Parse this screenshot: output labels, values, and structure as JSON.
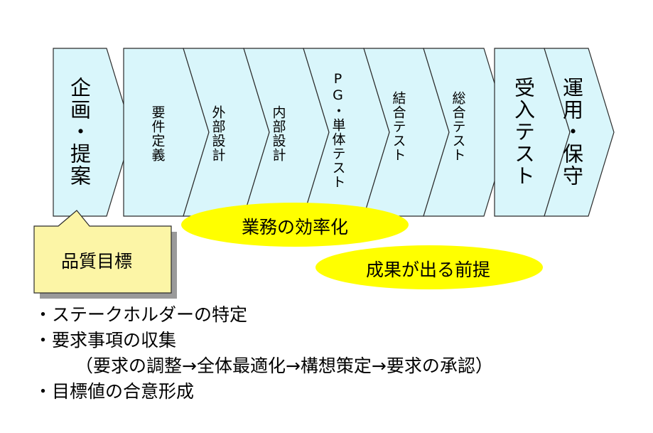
{
  "phases": [
    {
      "id": "planning",
      "label": "企画・提案",
      "size": "big"
    },
    {
      "id": "requirements",
      "label": "要件定義",
      "size": "small"
    },
    {
      "id": "external-design",
      "label": "外部設計",
      "size": "small"
    },
    {
      "id": "internal-design",
      "label": "内部設計",
      "size": "small"
    },
    {
      "id": "pg-unit-test",
      "label": "PG・単体テスト",
      "size": "small"
    },
    {
      "id": "integration-test",
      "label": "結合テスト",
      "size": "small"
    },
    {
      "id": "system-test",
      "label": "総合テスト",
      "size": "small"
    },
    {
      "id": "acceptance-test",
      "label": "受入テスト",
      "size": "big"
    },
    {
      "id": "operation",
      "label": "運用・保守",
      "size": "big"
    }
  ],
  "callout": {
    "label": "品質目標"
  },
  "ellipses": [
    {
      "id": "efficiency",
      "label": "業務の効率化"
    },
    {
      "id": "premise",
      "label": "成果が出る前提"
    }
  ],
  "notes": [
    {
      "text": "・ステークホルダーの特定",
      "indent": false
    },
    {
      "text": "・要求事項の収集",
      "indent": false
    },
    {
      "text": "（要求の調整→全体最適化→構想策定→要求の承認）",
      "indent": true
    },
    {
      "text": "・目標値の合意形成",
      "indent": false
    }
  ],
  "colors": {
    "phase_fill": "#d9f6fb",
    "phase_stroke": "#2b2b2b",
    "callout_fill": "#fcf5a6",
    "ellipse_fill": "#ffff00",
    "shadow": "#9a9a9a"
  }
}
